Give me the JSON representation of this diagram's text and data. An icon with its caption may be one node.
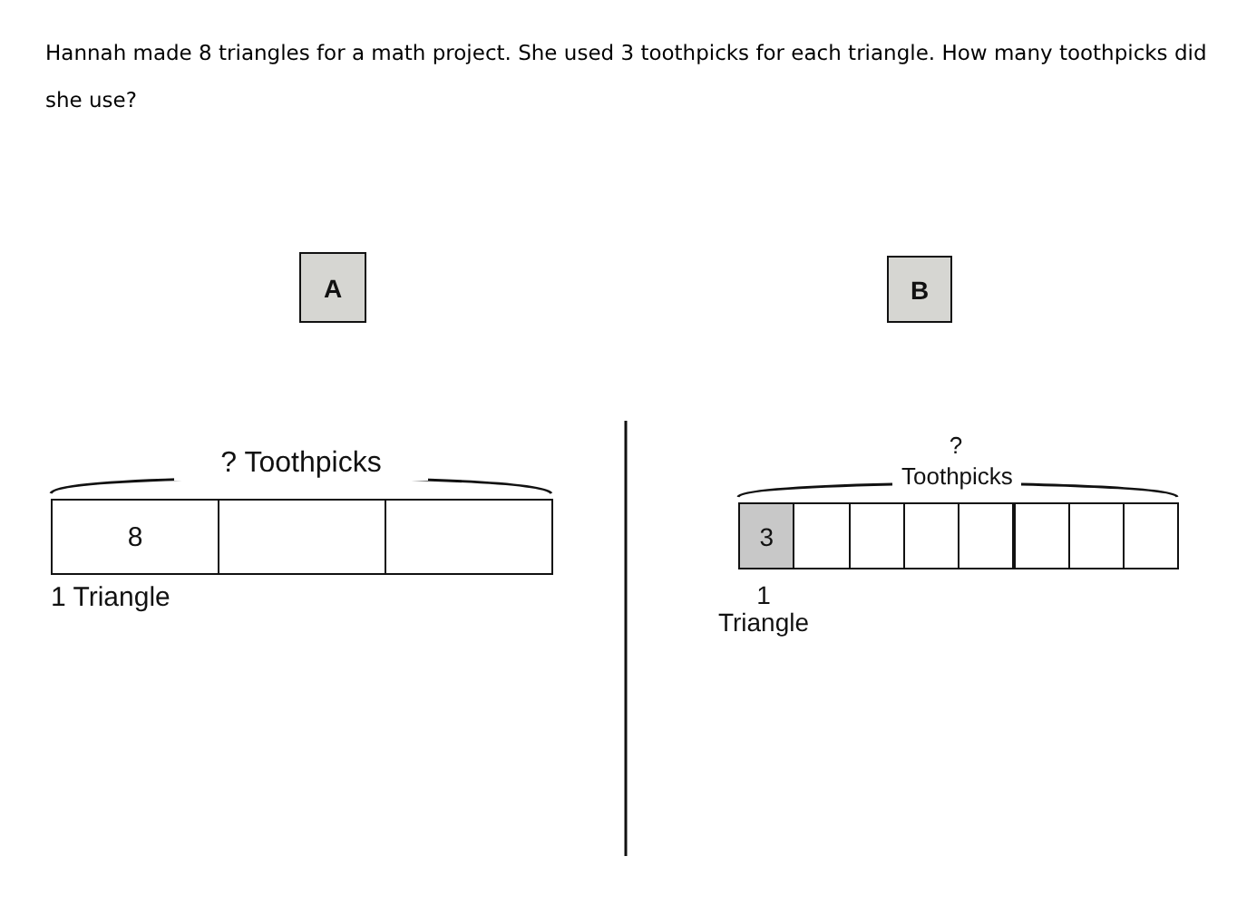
{
  "diagram": {
    "title": "Hannah made 8 triangles for a math project.  She used 3 toothpicks for each triangle.  How many toothpicks did she use?",
    "nodes": [
      {
        "text": [
          "A"
        ]
      },
      {
        "text": [
          "B"
        ]
      },
      {
        "text": [
          "8"
        ]
      },
      {
        "text": [],
        "shape": "box"
      },
      {
        "text": [],
        "shape": "box"
      },
      {
        "text": [
          "3"
        ]
      },
      {
        "text": [],
        "shape": "box"
      },
      {
        "text": [],
        "shape": "box"
      },
      {
        "text": [],
        "shape": "box"
      },
      {
        "text": [],
        "shape": "box"
      },
      {
        "text": [],
        "shape": "box"
      },
      {
        "text": [],
        "shape": "box"
      },
      {
        "text": [],
        "shape": "box"
      }
    ],
    "labels": [
      "? Toothpicks",
      "1 Triangle",
      "? Toothpicks",
      "1 Triangle"
    ]
  }
}
